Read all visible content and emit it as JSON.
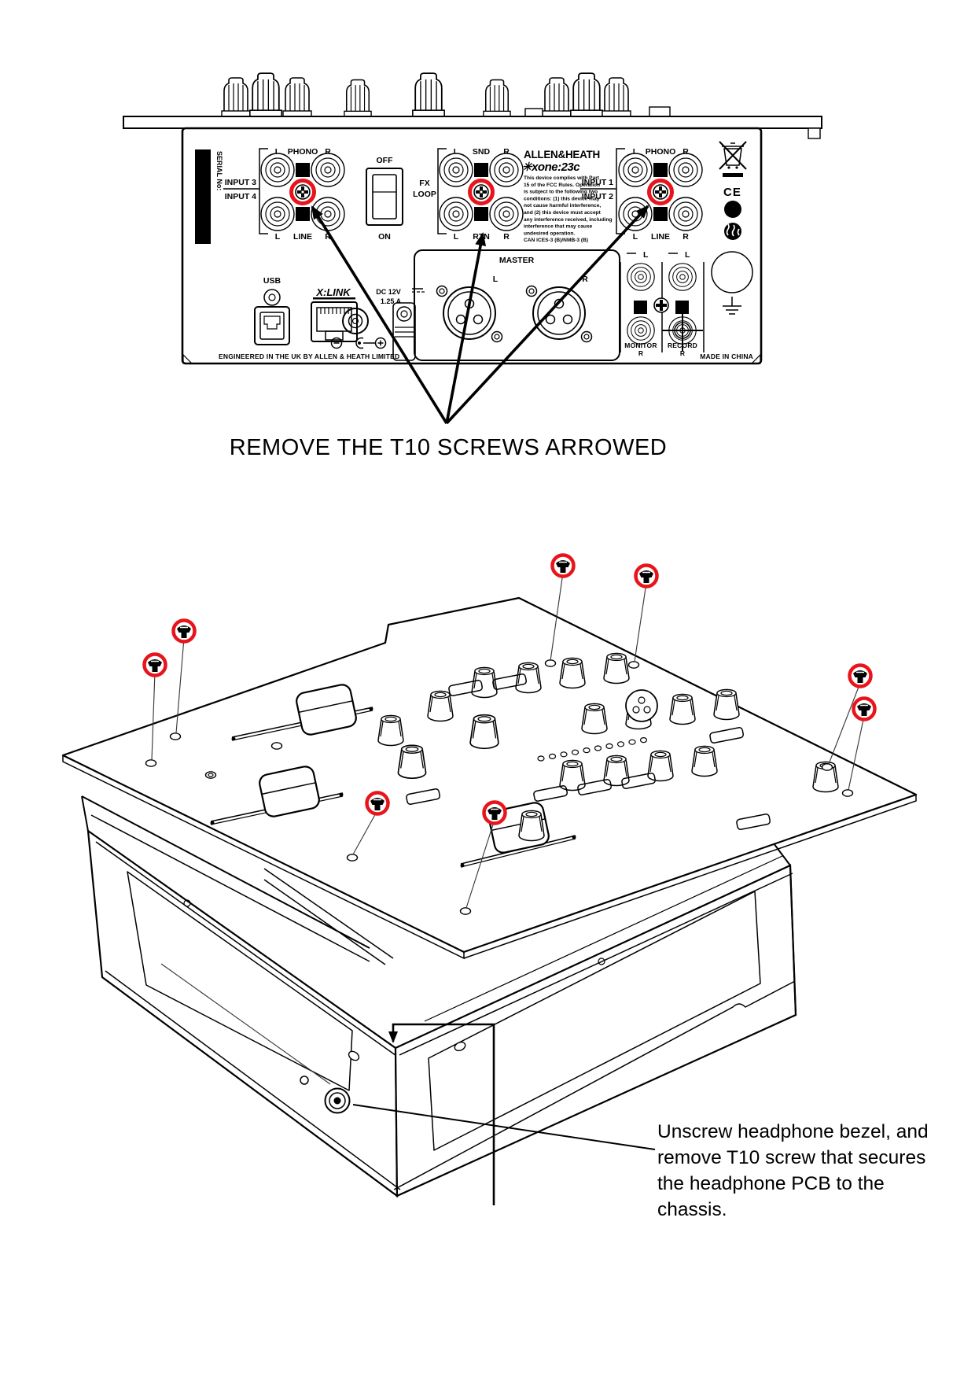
{
  "colors": {
    "screw_highlight": "#e8141b",
    "line": "#000000"
  },
  "captions": {
    "remove_screws": "REMOVE THE T10 SCREWS ARROWED",
    "headphone_note_lines": [
      "Unscrew headphone bezel, and",
      "remove T10 screw that secures",
      "the headphone PCB to the",
      "chassis."
    ]
  },
  "rear_panel": {
    "serial_label": "SERIAL No:",
    "brand": "ALLEN&HEATH",
    "model": "✳xone:23c",
    "fcc_lines": [
      "This device complies with Part",
      "15 of the FCC Rules. Operation",
      "is subject to the following two",
      "conditions: (1) this device may",
      "not cause harmful interference,",
      "and (2) this device must accept",
      "any interference received, including",
      "interference that may cause",
      "undesired operation.",
      "CAN ICES-3 (B)/NMB-3 (B)"
    ],
    "input34": {
      "top_l": "L",
      "top_name": "PHONO",
      "top_r": "R",
      "side1": "INPUT 3",
      "side2": "INPUT 4",
      "bot_l": "L",
      "bot_name": "LINE",
      "bot_r": "R"
    },
    "fx_loop": {
      "top_l": "L",
      "top_name": "SND",
      "top_r": "R",
      "side1": "FX",
      "side2": "LOOP",
      "bot_l": "L",
      "bot_name": "RTN",
      "bot_r": "R"
    },
    "input12": {
      "top_l": "L",
      "top_name": "PHONO",
      "top_r": "R",
      "side1": "INPUT 1",
      "side2": "INPUT 2",
      "bot_l": "L",
      "bot_name": "LINE",
      "bot_r": "R"
    },
    "power": {
      "off": "OFF",
      "on": "ON",
      "dc_line1": "DC 12V",
      "dc_line2": "1.25 A"
    },
    "usb_label": "USB",
    "xlink_label": "X:LINK",
    "master": {
      "title": "MASTER",
      "l": "L",
      "r": "R"
    },
    "monitor_record": {
      "l1": "L",
      "l2": "L",
      "monitor": "MONITOR",
      "monitor_ch": "R",
      "record": "RECORD",
      "record_ch": "R"
    },
    "ce_mark": "CE",
    "footer_left": "ENGINEERED IN THE UK BY ALLEN & HEATH LIMITED",
    "footer_right": "MADE IN CHINA"
  }
}
